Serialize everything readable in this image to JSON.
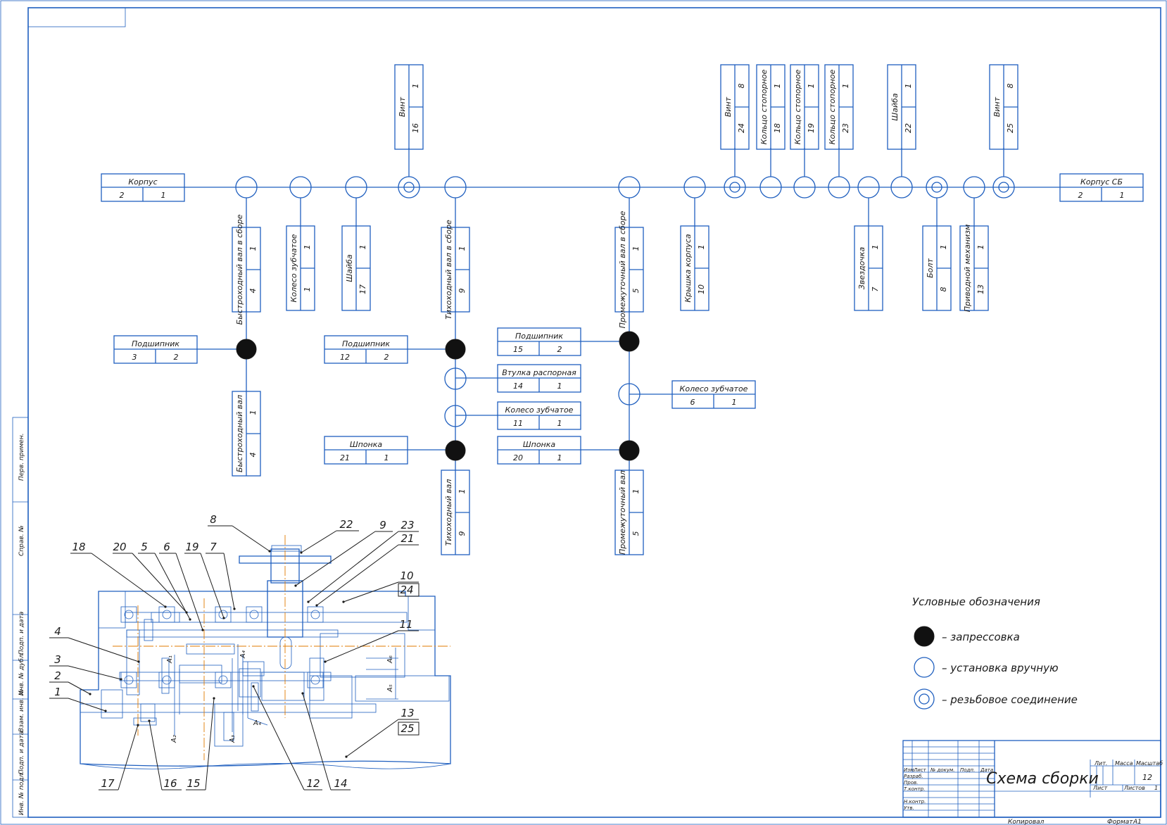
{
  "title_block": {
    "title": "Схема сборки",
    "sheet_number": "12",
    "col_headers": [
      "Изм",
      "Лист",
      "№ докум.",
      "Подп.",
      "Дата"
    ],
    "row_labels": [
      "Разраб.",
      "Пров.",
      "Т.контр.",
      "",
      "Н.контр.",
      "Утв."
    ],
    "right_headers": [
      "Лит.",
      "Масса",
      "Масштаб"
    ],
    "sheet_label": "Лист",
    "sheets_label": "Листов",
    "sheets_value": "1",
    "copied_label": "Копировал",
    "format_label": "Формат",
    "format_value": "A1"
  },
  "side_stamp": [
    "Перв. примен.",
    "Справ. №",
    "Подп. и дата",
    "Инв. № дубл.",
    "Взам. инв. №",
    "Подп. и дата",
    "Инв. № подл."
  ],
  "legend": {
    "title": "Условные обозначения",
    "items": [
      {
        "symbol": "press",
        "label": "– запрессовка"
      },
      {
        "symbol": "manual",
        "label": "– установка вручную"
      },
      {
        "symbol": "thread",
        "label": "– резьбовое соединение"
      }
    ]
  },
  "main_line": {
    "base": {
      "name": "Корпус",
      "pos": "2",
      "qty": "1"
    },
    "end": {
      "name": "Корпус СБ",
      "pos": "2",
      "qty": "1"
    }
  },
  "top_labels": [
    {
      "name": "Винт",
      "pos": "16",
      "qty": "1"
    },
    {
      "name": "Винт",
      "pos": "24",
      "qty": "8"
    },
    {
      "name": "Кольцо стопорное",
      "pos": "18",
      "qty": "1"
    },
    {
      "name": "Кольцо стопорное",
      "pos": "19",
      "qty": "1"
    },
    {
      "name": "Кольцо стопорное",
      "pos": "23",
      "qty": "1"
    },
    {
      "name": "Шайба",
      "pos": "22",
      "qty": "1"
    },
    {
      "name": "Винт",
      "pos": "25",
      "qty": "8"
    }
  ],
  "bottom_labels": [
    {
      "name": "Быстроходный вал в сборе",
      "pos": "4",
      "qty": "1"
    },
    {
      "name": "Колесо зубчатое",
      "pos": "1",
      "qty": "1"
    },
    {
      "name": "Шайба",
      "pos": "17",
      "qty": "1"
    },
    {
      "name": "Тихоходный вал в сборе",
      "pos": "9",
      "qty": "1"
    },
    {
      "name": "Промежуточный вал в сборе",
      "pos": "5",
      "qty": "1"
    },
    {
      "name": "Крышка корпуса",
      "pos": "10",
      "qty": "1"
    },
    {
      "name": "Звездочка",
      "pos": "7",
      "qty": "1"
    },
    {
      "name": "Болт",
      "pos": "8",
      "qty": "1"
    },
    {
      "name": "Приводной механизм",
      "pos": "13",
      "qty": "1"
    }
  ],
  "subassemblies": [
    {
      "name": "Подшипник",
      "pos": "3",
      "qty": "2"
    },
    {
      "name": "Быстроходный вал",
      "pos": "4",
      "qty": "1"
    },
    {
      "name": "Подшипник",
      "pos": "12",
      "qty": "2"
    },
    {
      "name": "Шпонка",
      "pos": "21",
      "qty": "1"
    },
    {
      "name": "Тихоходный вал",
      "pos": "9",
      "qty": "1"
    },
    {
      "name": "Подшипник",
      "pos": "15",
      "qty": "2"
    },
    {
      "name": "Втулка распорная",
      "pos": "14",
      "qty": "1"
    },
    {
      "name": "Колесо зубчатое",
      "pos": "11",
      "qty": "1"
    },
    {
      "name": "Шпонка",
      "pos": "20",
      "qty": "1"
    },
    {
      "name": "Колесо зубчатое",
      "pos": "6",
      "qty": "1"
    },
    {
      "name": "Промежуточный вал",
      "pos": "5",
      "qty": "1"
    }
  ],
  "drawing_callouts": [
    "8",
    "22",
    "9",
    "23",
    "21",
    "18",
    "20",
    "5",
    "6",
    "19",
    "7",
    "10",
    "24",
    "11",
    "4",
    "3",
    "2",
    "1",
    "13",
    "25",
    "17",
    "16",
    "15",
    "12",
    "14"
  ],
  "dimension_labels": [
    "A₁",
    "A₂",
    "A₃",
    "A₄",
    "A₅",
    "A₆",
    "A₄"
  ]
}
